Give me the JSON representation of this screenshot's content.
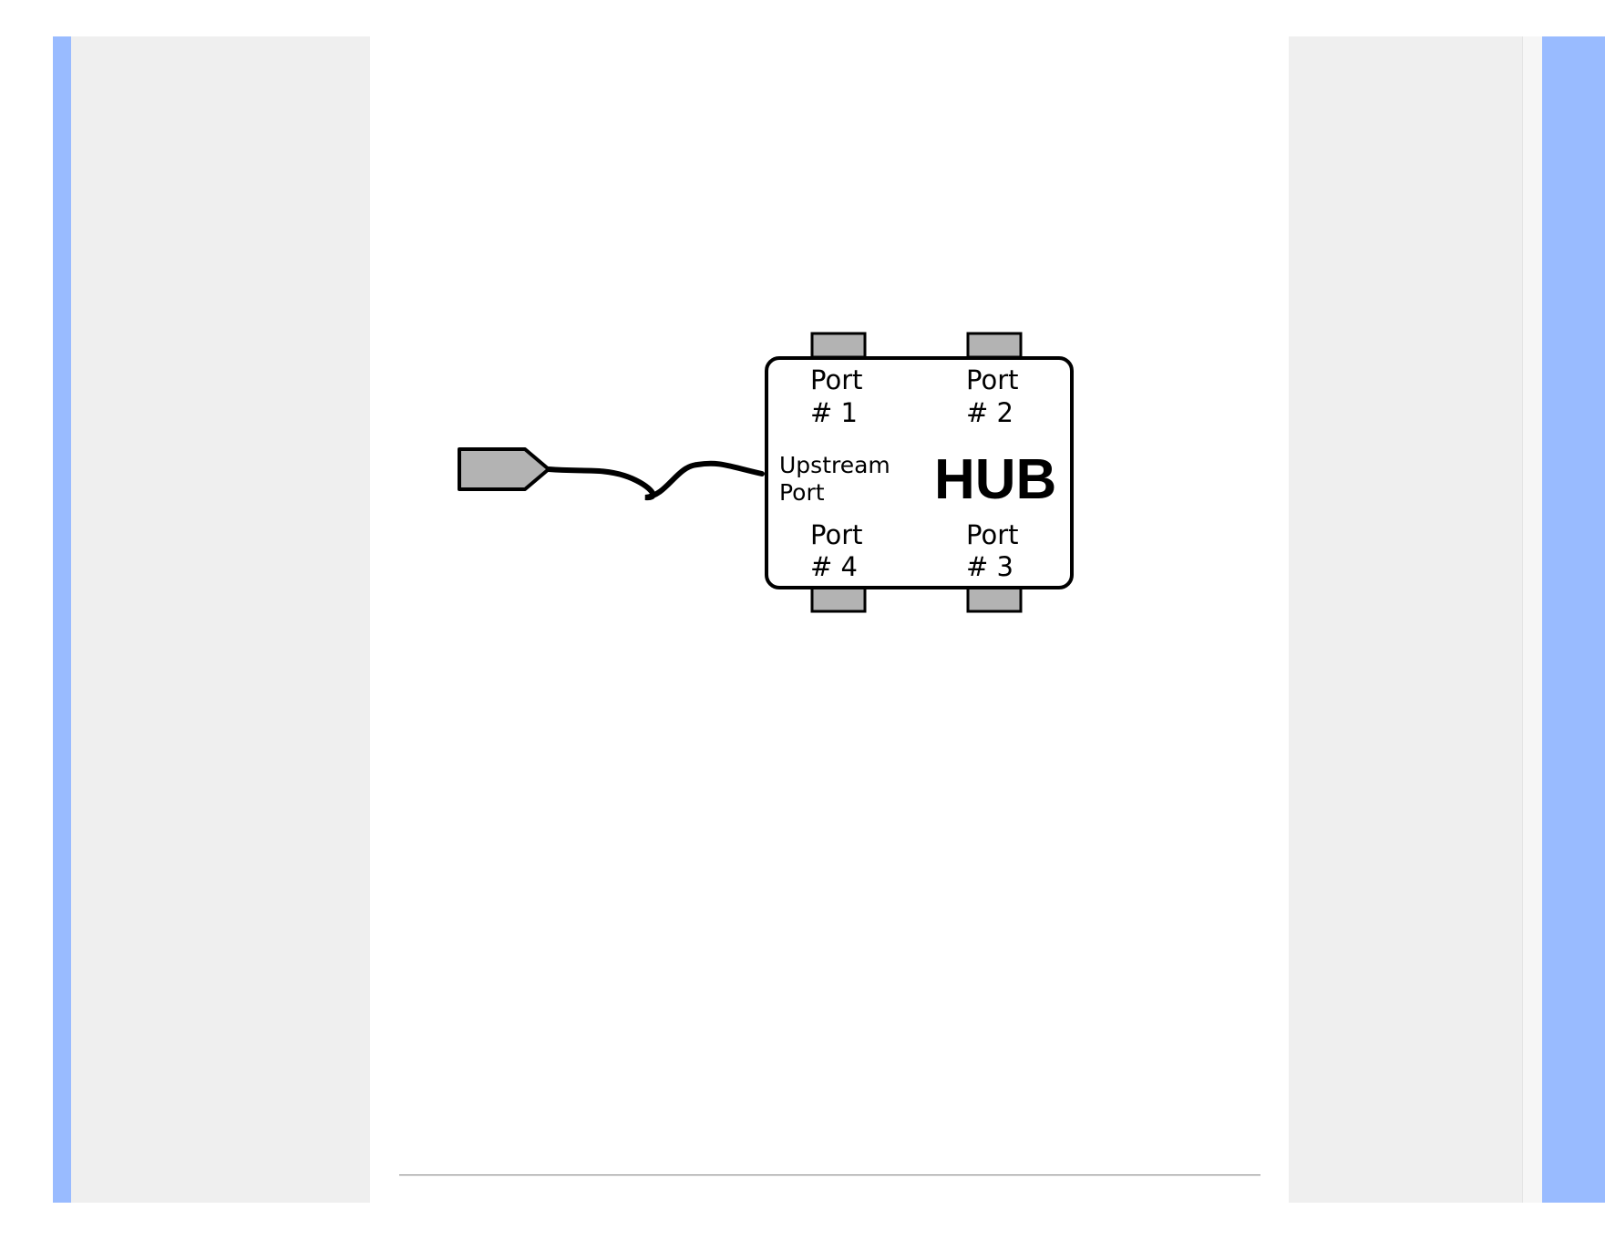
{
  "diagram": {
    "port1_line1": "Port",
    "port1_line2": "# 1",
    "port2_line1": "Port",
    "port2_line2": "# 2",
    "port3_line1": "Port",
    "port3_line2": "# 3",
    "port4_line1": "Port",
    "port4_line2": "# 4",
    "upstream_line1": "Upstream",
    "upstream_line2": "Port",
    "hub_label": "HUB"
  },
  "colors": {
    "side_bar": "#99bbff",
    "side_panel": "#efefef",
    "connector_fill": "#b3b3b3"
  }
}
